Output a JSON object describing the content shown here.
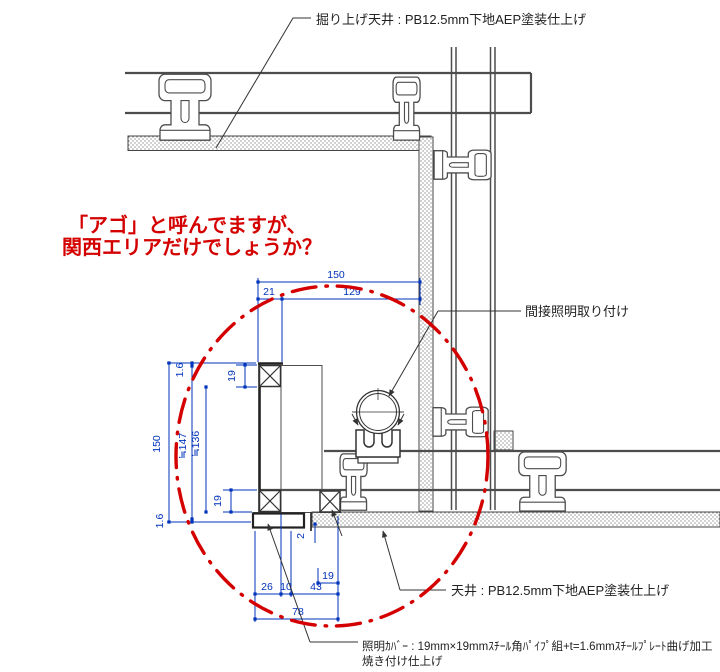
{
  "labels": {
    "hoisted_ceiling": "掘り上げ天井 : PB12.5mm下地AEP塗装仕上げ",
    "indirect_lighting": "間接照明取り付け",
    "ceiling": "天井 : PB12.5mm下地AEP塗装仕上げ",
    "light_cover_line1": "照明ｶﾊﾞｰ : 19mm×19mmｽﾁｰﾙ角ﾊﾟｲﾌﾟ組+t=1.6mmｽﾁｰﾙﾌﾟﾚｰﾄ曲げ加工",
    "light_cover_line2": "焼き付け仕上げ"
  },
  "note": {
    "line1": "「アゴ」と呼んでますが、",
    "line2": "関西エリアだけでしょうか？"
  },
  "dims": {
    "top": {
      "total": "150",
      "a": "21",
      "b": "129"
    },
    "left": {
      "total": "150",
      "plate": "1.6",
      "inner": "≒147",
      "pipe": "19",
      "mid": "≒136"
    },
    "bottom": {
      "gap": "2",
      "pipe": "19",
      "a": "26",
      "b": "10",
      "c": "43",
      "total": "78"
    }
  },
  "colors": {
    "dimension_blue": "#0033bb",
    "highlight_red": "#d40000",
    "line_gray": "#4d4d4d"
  }
}
